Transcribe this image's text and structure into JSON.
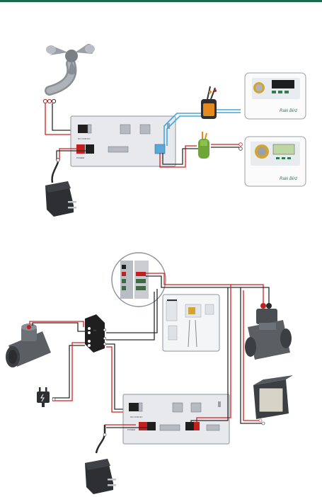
{
  "colors": {
    "header_rule": "#1d6b4e",
    "wire_red": "#d42020",
    "wire_black": "#2a2a2a",
    "wire_blue": "#45a6de",
    "terminal_green": "#3f6b43",
    "controller_green": "#2e7d4f"
  },
  "diagram_top": {
    "components": [
      "wind-sensor",
      "interface-board",
      "power-adapter",
      "battery-module",
      "wire-connector",
      "controller-battery",
      "controller-plug-in"
    ],
    "controller_brand": "Rain Bird"
  },
  "diagram_bottom": {
    "components": [
      "flow-sensor",
      "junction-module",
      "power-plug",
      "interface-board",
      "power-adapter",
      "controller-closeup",
      "controller-open",
      "master-valve",
      "transformer-box"
    ]
  },
  "icons": [
    "wind-sensor-icon",
    "power-adapter-icon",
    "plug-icon",
    "valve-icon",
    "flow-sensor-icon",
    "controller-icon"
  ]
}
